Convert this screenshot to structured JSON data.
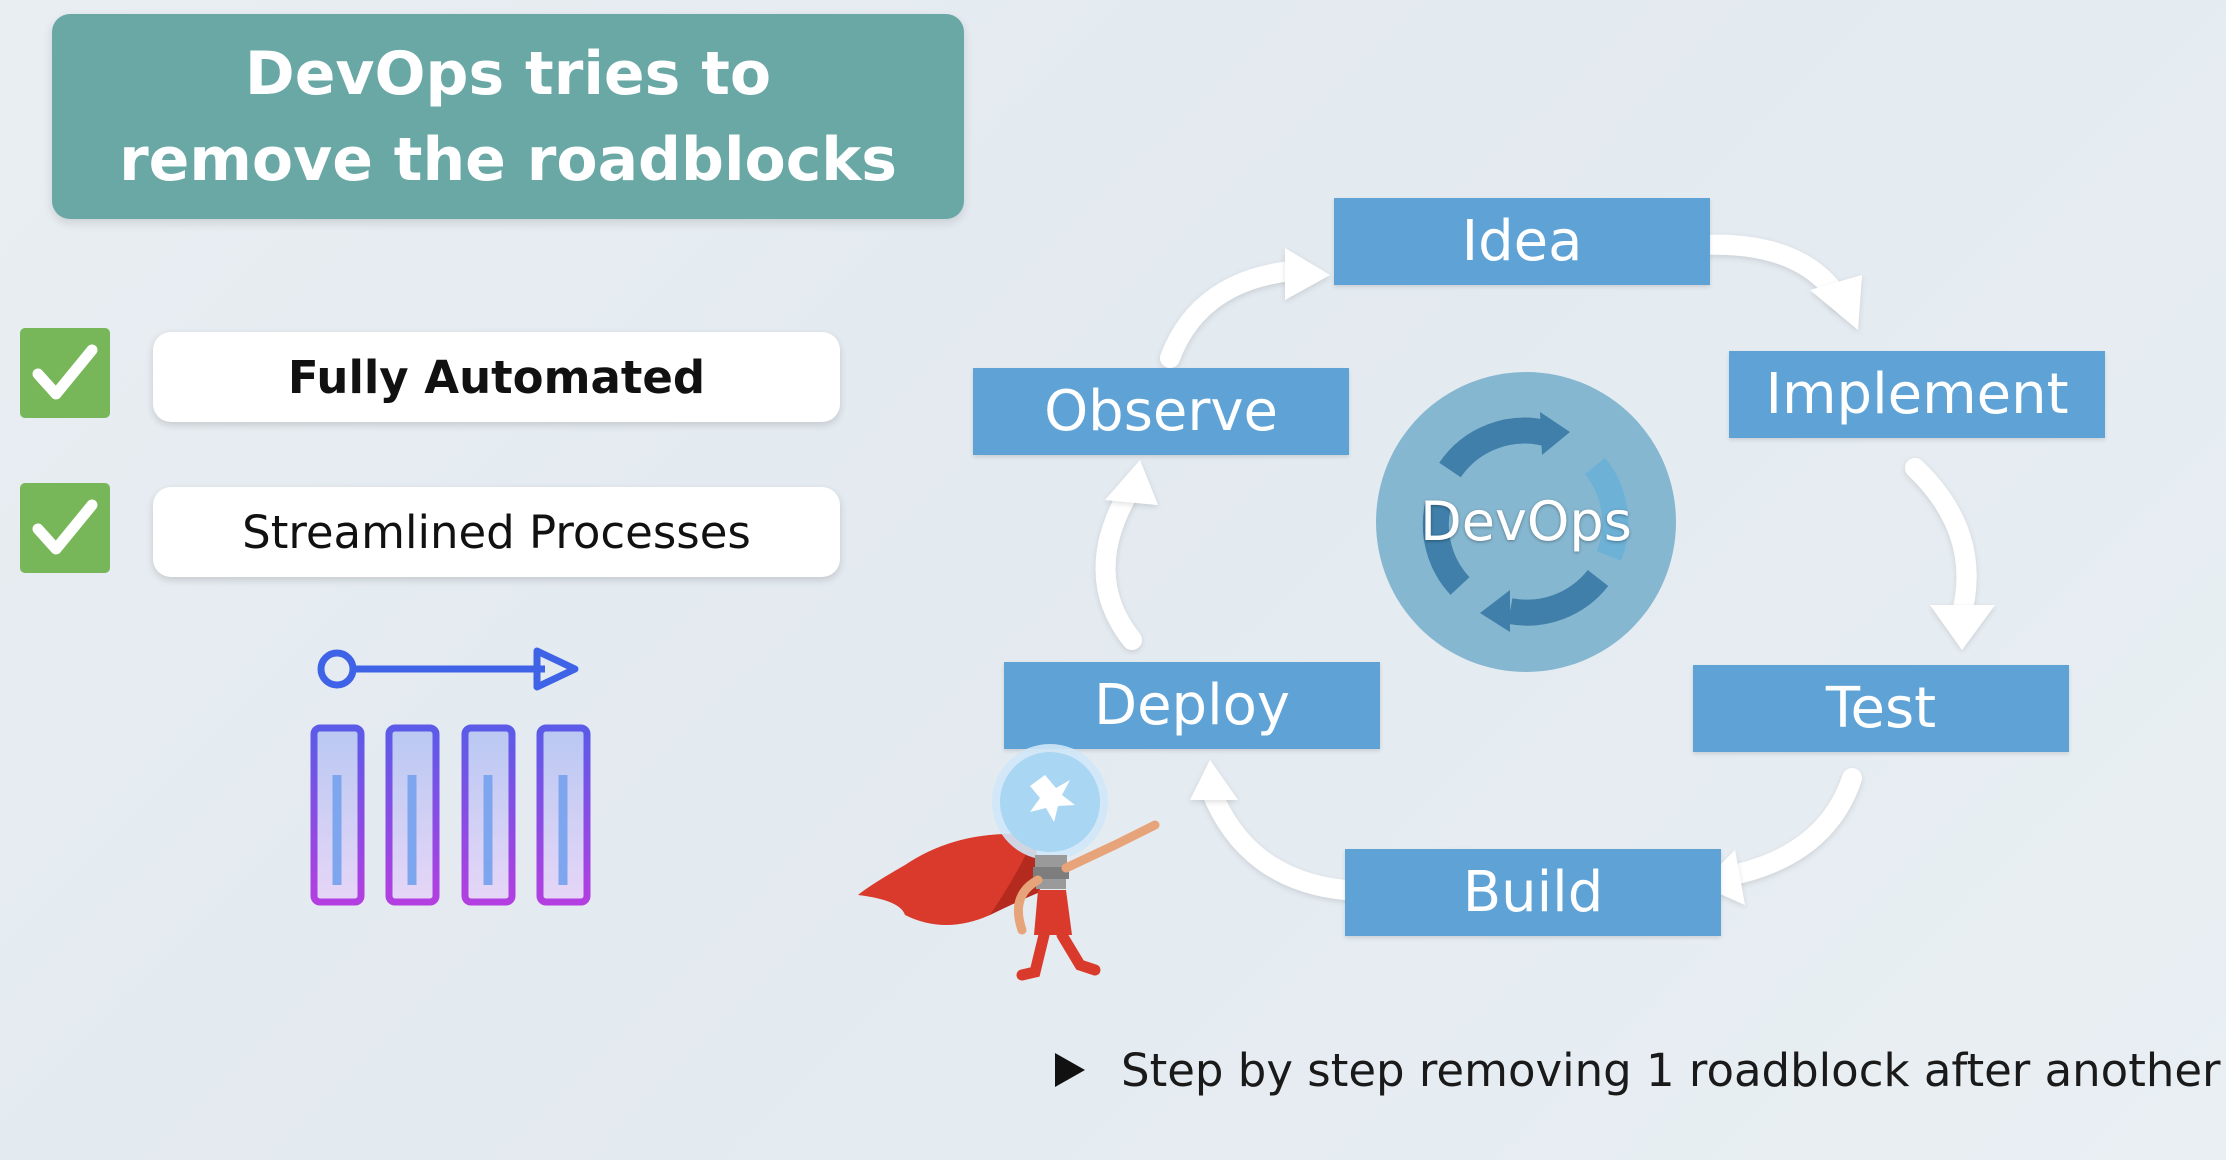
{
  "title": {
    "line1": "DevOps tries to",
    "line2": "remove the roadblocks"
  },
  "checklist": [
    {
      "label": "Fully Automated",
      "checked": true
    },
    {
      "label": "Streamlined Processes",
      "checked": true
    }
  ],
  "cycle": {
    "center_label": "DevOps",
    "steps": [
      "Idea",
      "Implement",
      "Test",
      "Build",
      "Deploy",
      "Observe"
    ]
  },
  "footer": {
    "text": "Step by step removing 1 roadblock after another"
  },
  "colors": {
    "title_bg": "#6aa8a6",
    "check_bg": "#78b65a",
    "step_bg": "#5fa3d6",
    "pipeline_line": "#3f63e6",
    "pipeline_bar": "#9b3bdf"
  }
}
